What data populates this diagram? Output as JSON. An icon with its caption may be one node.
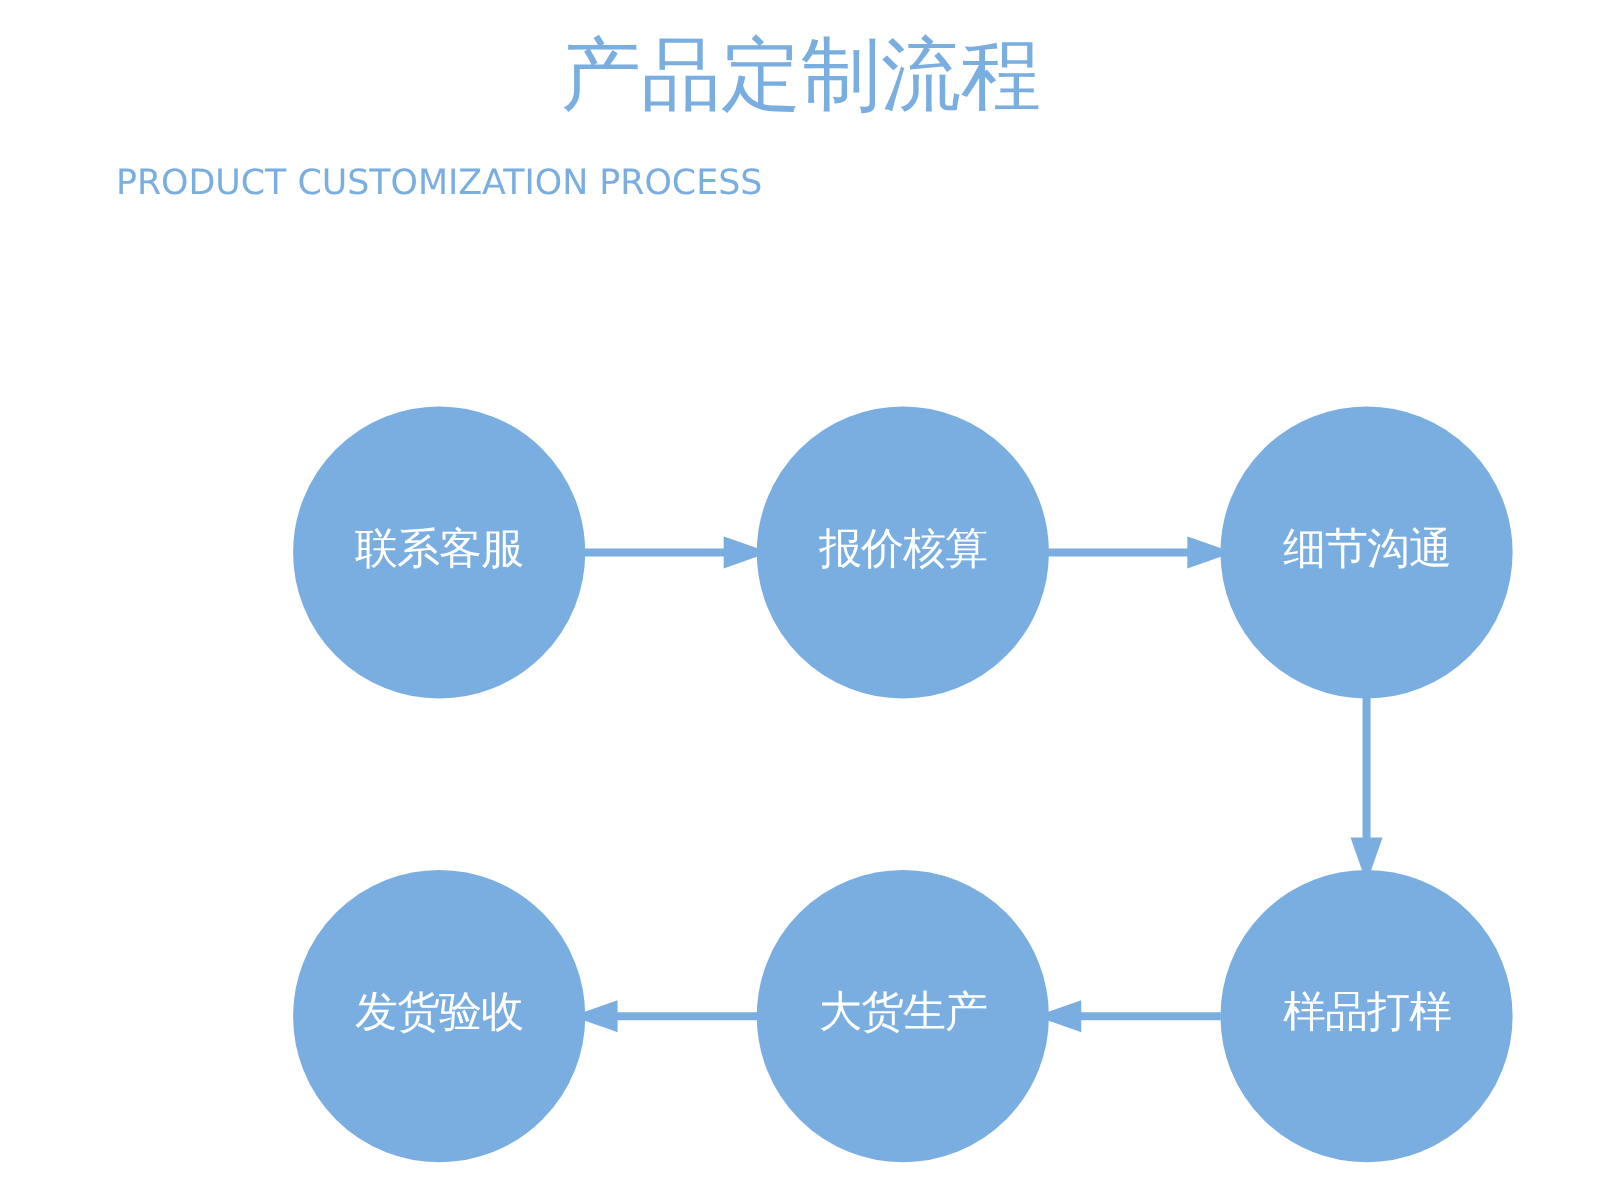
{
  "diagram": {
    "title": "产品定制流程",
    "nodes": [
      {
        "text": [
          "联系客服"
        ]
      },
      {
        "text": [
          "报价核算"
        ]
      },
      {
        "text": [
          "细节沟通"
        ]
      },
      {
        "text": [
          "样品打样"
        ]
      },
      {
        "text": [
          "大货生产"
        ]
      },
      {
        "text": [
          "发货验收"
        ]
      }
    ],
    "edges": [
      {
        "from": 0,
        "to": 1,
        "arrow": "to"
      },
      {
        "from": 1,
        "to": 2,
        "arrow": "to"
      },
      {
        "from": 2,
        "to": 3,
        "arrow": "to"
      },
      {
        "from": 3,
        "to": 4,
        "arrow": "to"
      },
      {
        "from": 4,
        "to": 5,
        "arrow": "to"
      }
    ],
    "labels": [
      "PRODUCT CUSTOMIZATION PROCESS"
    ]
  }
}
